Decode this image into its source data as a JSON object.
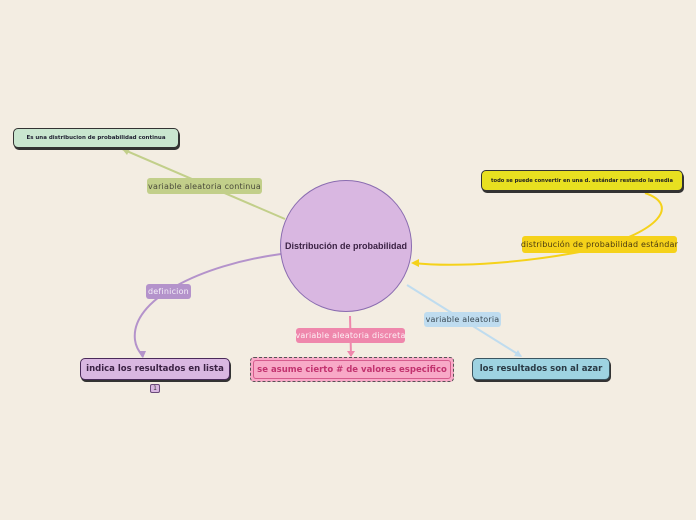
{
  "central": {
    "label": "Distribución de probabilidad",
    "color": "#d9b7e1"
  },
  "branches": [
    {
      "connector_label": "variable aleatoria continua",
      "connector_color": "#c2cf8a",
      "node_label": "Es una distribucion de probabilidad continua",
      "node_color": "#c9e6cf"
    },
    {
      "connector_label": "distribución de probabilidad estándar",
      "connector_color": "#f5d21a",
      "node_label": "todo se puede convertir en una d. estándar restando la media",
      "node_color": "#e8e020"
    },
    {
      "connector_label": "definicion",
      "connector_color": "#b493cb",
      "node_label": "indica los resultados en lista",
      "node_color": "#d9b7e1",
      "badge": "1"
    },
    {
      "connector_label": "variable aleatoria discreta",
      "connector_color": "#ef87ac",
      "node_label": "se asume cierto # de valores especifico",
      "node_color": "#f8a9c7"
    },
    {
      "connector_label": "variable aleatoria",
      "connector_color": "#bfdcef",
      "node_label": "los resultados son al azar",
      "node_color": "#9ed3e1"
    }
  ]
}
